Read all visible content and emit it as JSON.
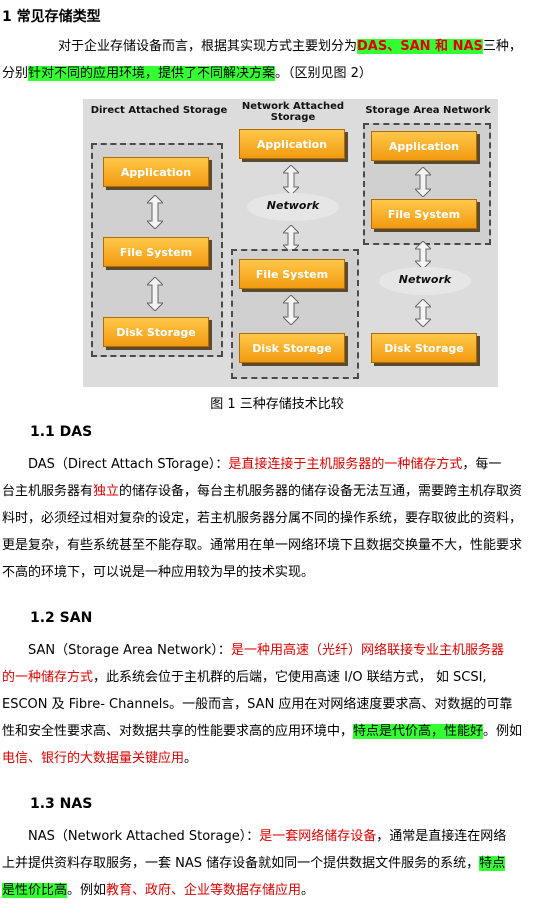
{
  "heading1": "1 常见存储类型",
  "intro": {
    "l1_a": "对于企业存储设备而言，根据其实现方式主要划分为",
    "l1_hl": "DAS、SAN 和 NAS",
    "l1_b": "三种，",
    "l2_a": "分别",
    "l2_hl": "针对不同的应用环境，提供了不同解决方案",
    "l2_b": "。（区别见图 2）"
  },
  "figure": {
    "col1_title": "Direct Attached Storage",
    "col2_title": "Network Attached Storage",
    "col3_title": "Storage Area Network",
    "application": "Application",
    "file_system": "File System",
    "disk_storage": "Disk Storage",
    "network": "Network"
  },
  "caption": "图 1 三种存储技术比较",
  "das": {
    "heading": "1.1 DAS",
    "l1_a": "DAS（Direct Attach STorage）：",
    "l1_red": "是直接连接于主机服务器的一种储存方式",
    "l1_b": "，每一",
    "l2_a": "台主机服务器有",
    "l2_red": "独立",
    "l2_b": "的储存设备，每台主机服务器的储存设备无法互通，需要跨主机存取资",
    "l3": "料时，必须经过相对复杂的设定，若主机服务器分属不同的操作系统，要存取彼此的资料，",
    "l4": "更是复杂，有些系统甚至不能存取。通常用在单一网络环境下且数据交换量不大，性能要求",
    "l5": "不高的环境下，可以说是一种应用较为早的技术实现。"
  },
  "san": {
    "heading": "1.2 SAN",
    "l1_a": "SAN（Storage Area Network）：",
    "l1_red": "是一种用高速（光纤）网络联接专业主机服务器",
    "l2_red": "的一种储存方式",
    "l2_b": "，此系统会位于主机群的后端，它使用高速 I/O 联结方式， 如 SCSI,",
    "l3": "ESCON 及 Fibre- Channels。一般而言，SAN 应用在对网络速度要求高、对数据的可靠",
    "l4_a": "性和安全性要求高、对数据共享的性能要求高的应用环境中，",
    "l4_hl": "特点是代价高，性能好",
    "l4_b": "。例如",
    "l5_red": "电信、银行的大数据量关键应用",
    "l5_b": "。"
  },
  "nas": {
    "heading": "1.3 NAS",
    "l1_a": "NAS（Network Attached Storage）：",
    "l1_red": "是一套网络储存设备",
    "l1_b": "，通常是直接连在网络",
    "l2_a": "上并提供资料存取服务，一套 NAS 储存设备就如同一个提供数据文件服务的系统，",
    "l2_hl": "特点",
    "l3_hl": "是性价比高",
    "l3_a": "。例如",
    "l3_red": "教育、政府、企业等数据存储应用",
    "l3_b": "。"
  }
}
